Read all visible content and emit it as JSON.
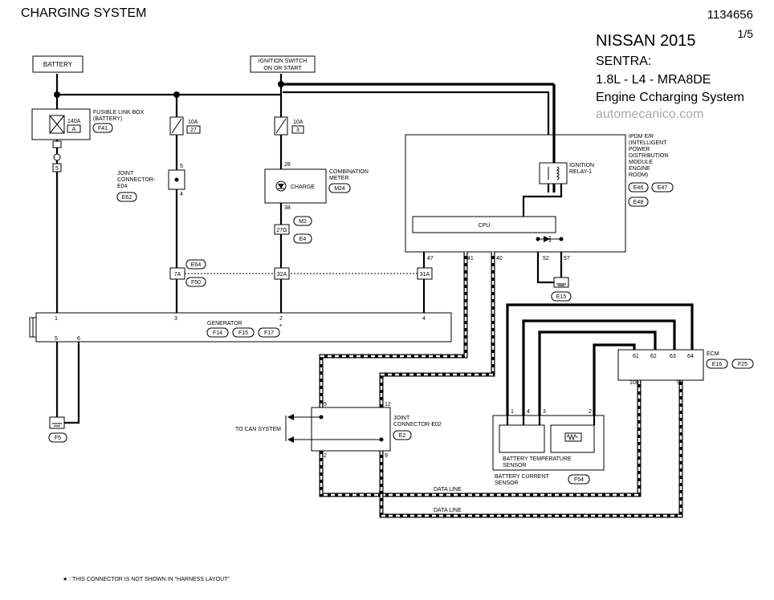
{
  "header": {
    "title": "CHARGING SYSTEM",
    "doc_id": "1134656",
    "page": "1/5",
    "make": "NISSAN 2015",
    "model": "SENTRA:",
    "engine": "1.8L - L4 - MRA8DE",
    "system": "Engine Ccharging System",
    "watermark": "automecanico.com"
  },
  "labels": {
    "battery": "BATTERY",
    "ign1": "IGNITION SWITCH",
    "ign2": "ON OR START",
    "fuse_box1": "FUSIBLE LINK BOX",
    "fuse_box2": "(BATTERY)",
    "fuse_main_rating": "140A",
    "fuse_main_id": "A",
    "conn_f41": "F41",
    "fuse2_rating": "10A",
    "fuse2_id": "27",
    "fuse3_rating": "10A",
    "fuse3_id": "3",
    "ground_tab": "5",
    "jc_e04_1": "JOINT",
    "jc_e04_2": "CONNECTOR-",
    "jc_e04_3": "E04",
    "conn_e62": "E62",
    "pin_e04_top": "5",
    "pin_e04_bot": "4",
    "pin_28": "28",
    "combo1": "COMBINATION",
    "combo2": "METER",
    "charge": "CHARGE",
    "conn_m24": "M24",
    "pin_38": "38",
    "conn_m2": "M2",
    "pin_27g": "27G",
    "conn_e4": "E4",
    "ipdm1": "IPDM E/R",
    "ipdm2": "(INTELLIGENT",
    "ipdm3": "POWER",
    "ipdm4": "DISTRIBUTION",
    "ipdm5": "MODULE",
    "ipdm6": "ENGINE",
    "ipdm7": "ROOM)",
    "conn_e46": "E46",
    "conn_e47": "E47",
    "conn_e48": "E48",
    "relay1": "IGNITION",
    "relay2": "RELAY-1",
    "cpu": "CPU",
    "pin_47": "47",
    "pin_41": "41",
    "pin_40": "40",
    "pin_52": "52",
    "pin_57": "57",
    "conn_e15": "E15",
    "conn_e64": "E64",
    "conn_f50": "F50",
    "pin_7a": "7A",
    "pin_32a": "32A",
    "pin_31a": "31A",
    "gen_pin1": "1",
    "gen_pin3": "3",
    "gen_pin2": "2",
    "gen_pin4": "4",
    "gen_pin5": "5",
    "gen_pin6": "6",
    "generator": "GENERATOR",
    "conn_f14": "F14",
    "conn_f15": "F15",
    "conn_f17": "F17",
    "star": "*",
    "conn_f5": "F5",
    "ecm": "ECM",
    "conn_e16": "E16",
    "conn_f25": "F25",
    "ecm_pin61": "61",
    "ecm_pin62": "62",
    "ecm_pin63": "63",
    "ecm_pin64": "64",
    "ecm_pin100": "100",
    "ecm_pin99": "99",
    "bts_pin1": "1",
    "bts_pin4": "4",
    "bts_pin3": "3",
    "bts_pin2": "2",
    "bts1": "BATTERY TEMPERATURE",
    "bts2": "SENSOR",
    "bcs1": "BATTERY CURRENT",
    "bcs2": "SENSOR",
    "conn_f54": "F54",
    "to_can": "TO CAN SYSTEM",
    "jc_e02_1": "JOINT",
    "jc_e02_2": "CONNECTOR-E02",
    "conn_e2": "E2",
    "jc_pin5": "5",
    "jc_pin12": "12",
    "jc_pin2": "2",
    "jc_pin9": "9",
    "data_line1": "DATA LINE",
    "data_line2": "DATA LINE",
    "footnote": "★ : THIS CONNECTOR IS NOT SHOWN IN \"HARNESS LAYOUT\""
  }
}
